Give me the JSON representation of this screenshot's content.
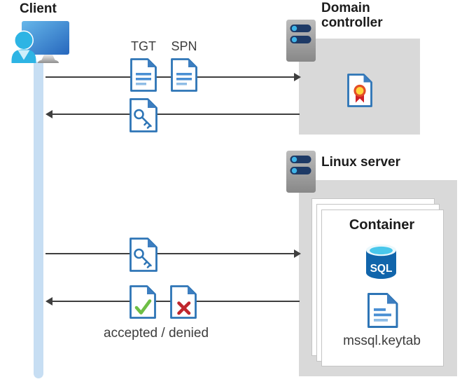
{
  "client": {
    "label": "Client"
  },
  "domain_controller": {
    "label": "Domain controller"
  },
  "linux_server": {
    "label": "Linux server"
  },
  "container": {
    "label": "Container",
    "sql_text": "SQL",
    "keytab_label": "mssql.keytab"
  },
  "messages": {
    "tgt_label": "TGT",
    "spn_label": "SPN",
    "accepted_denied_label": "accepted / denied"
  },
  "icons": {
    "client": "monitor-with-user-icon",
    "servers": "server-rack-icon",
    "tickets": "blue-document-icon",
    "service_ticket": "key-document-icon",
    "certificate": "certificate-ribbon-document-icon",
    "accepted": "green-check-document-icon",
    "denied": "red-x-document-icon",
    "database": "azure-sql-database-icon"
  },
  "colors": {
    "doc_blue": "#2e75b6",
    "box_gray": "#d9d9d9",
    "arrow_gray": "#3f3f3f",
    "accept_green": "#6ebe45",
    "deny_red": "#c0272d",
    "lifeline_blue": "#c7def3",
    "user_cyan": "#2db4e4",
    "sql_azure": "#1165ab"
  }
}
